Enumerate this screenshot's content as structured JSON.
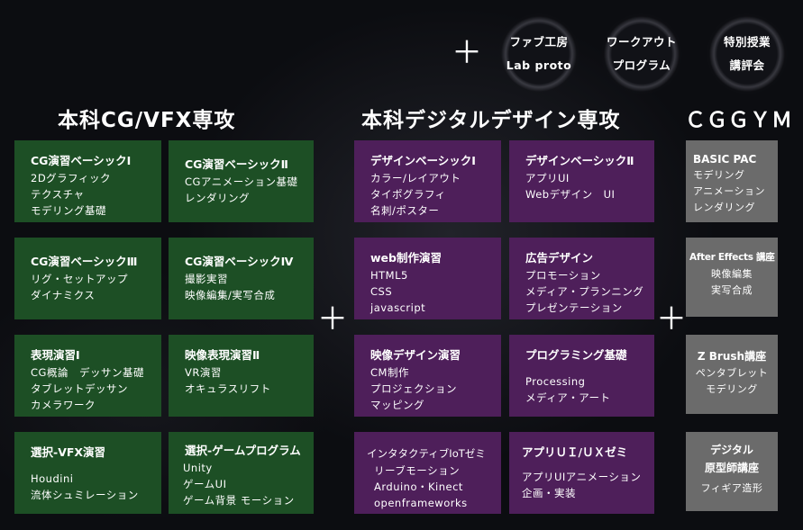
{
  "extras": [
    {
      "lines": [
        "ファブ工房",
        "Lab proto"
      ]
    },
    {
      "lines": [
        "ワークアウト",
        "プログラム"
      ]
    },
    {
      "lines": [
        "特別授業",
        "講評会"
      ]
    }
  ],
  "plus_symbol": "＋",
  "sections": {
    "cg": {
      "heading": "本科CG/VFX専攻",
      "cards": [
        {
          "title": "CG演習ベーシックⅠ",
          "lines": [
            "2Dグラフィック",
            "テクスチャ",
            "モデリング基礎"
          ]
        },
        {
          "title": "CG演習ベーシックⅡ",
          "lines": [
            "CGアニメーション基礎",
            "レンダリング"
          ]
        },
        {
          "title": "CG演習ベーシックⅢ",
          "lines": [
            "リグ・セットアップ",
            "ダイナミクス"
          ]
        },
        {
          "title": "CG演習ベーシックⅣ",
          "lines": [
            "撮影実習",
            "映像編集/実写合成"
          ]
        },
        {
          "title": "表現演習Ⅰ",
          "lines": [
            "CG概論　デッサン基礎",
            "タブレットデッサン",
            "カメラワーク"
          ]
        },
        {
          "title": "映像表現演習Ⅱ",
          "lines": [
            "VR演習",
            "オキュラスリフト"
          ]
        },
        {
          "title": "選択-VFX演習",
          "lines": [
            "Houdini",
            "流体シュミレーション"
          ]
        },
        {
          "title": "選択-ゲームプログラム",
          "lines": [
            "Unity",
            "ゲームUI",
            "ゲーム背景 モーション"
          ]
        }
      ]
    },
    "design": {
      "heading": "本科デジタルデザイン専攻",
      "cards": [
        {
          "title": "デザインベーシックⅠ",
          "lines": [
            "カラー/レイアウト",
            "タイポグラフィ",
            "名刺/ポスター"
          ]
        },
        {
          "title": "デザインベーシックⅡ",
          "lines": [
            "アプリUI",
            "Webデザイン　UI"
          ]
        },
        {
          "title": "web制作演習",
          "lines": [
            "HTML5",
            "CSS",
            "javascript"
          ]
        },
        {
          "title": "広告デザイン",
          "lines": [
            "プロモーション",
            "メディア・プランニング",
            "プレゼンテーション"
          ]
        },
        {
          "title": "映像デザイン演習",
          "lines": [
            "CM制作",
            "プロジェクション",
            "マッピング"
          ]
        },
        {
          "title": "プログラミング基礎",
          "lines": [
            "Processing",
            "メディア・アート"
          ]
        },
        {
          "title": "インタタクティブIoTゼミ",
          "lines": [
            "リーブモーション",
            "Arduino・Kinect",
            "openframeworks"
          ]
        },
        {
          "title": "アプリＵＩ/ＵＸゼミ",
          "lines": [
            "アプリUIアニメーション",
            "企画・実装"
          ]
        }
      ]
    },
    "cggym": {
      "heading": "ＣＧＧＹＭ",
      "cards": [
        {
          "title": "BASIC PAC",
          "lines": [
            "モデリング",
            "アニメーション",
            "レンダリング"
          ]
        },
        {
          "title": "After Effects 講座",
          "lines": [
            "映像編集",
            "実写合成"
          ]
        },
        {
          "title": "Z Brush講座",
          "lines": [
            "ペンタブレット",
            "モデリング"
          ]
        },
        {
          "title": "デジタル",
          "lines": [
            "原型師講座",
            "フィギア造形"
          ]
        }
      ]
    }
  }
}
